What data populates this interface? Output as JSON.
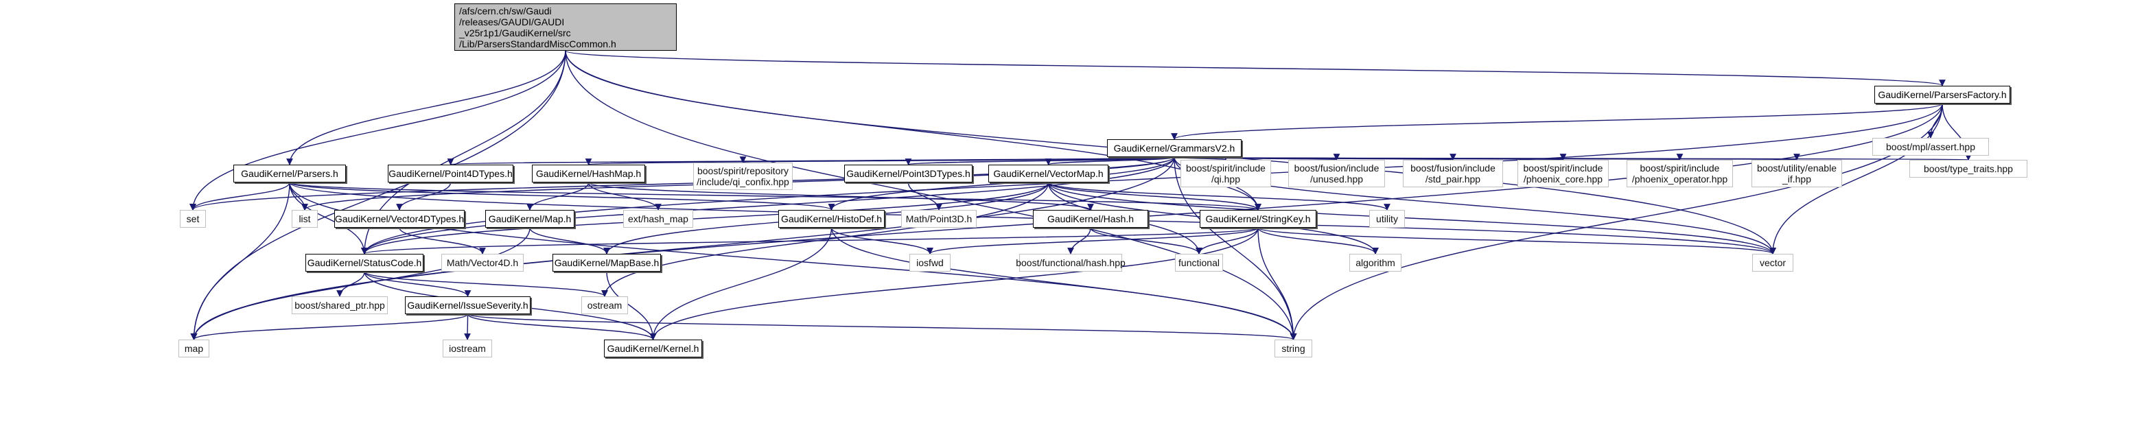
{
  "graph": {
    "title": "Include dependency graph for ParsersStandardMiscCommon.h",
    "edge_color": "#191970",
    "root_fill": "#bfbfbf",
    "nodes": [
      {
        "id": "root",
        "label": "/afs/cern.ch/sw/Gaudi\n/releases/GAUDI/GAUDI\n_v25r1p1/GaudiKernel/src\n/Lib/ParsersStandardMiscCommon.h",
        "kind": "root"
      },
      {
        "id": "parsersfactory",
        "label": "GaudiKernel/ParsersFactory.h",
        "kind": "local"
      },
      {
        "id": "grammars",
        "label": "GaudiKernel/GrammarsV2.h",
        "kind": "local"
      },
      {
        "id": "mplassert",
        "label": "boost/mpl/assert.hpp",
        "kind": "system"
      },
      {
        "id": "typetraits",
        "label": "boost/type_traits.hpp",
        "kind": "system"
      },
      {
        "id": "parsers",
        "label": "GaudiKernel/Parsers.h",
        "kind": "local"
      },
      {
        "id": "point4d",
        "label": "GaudiKernel/Point4DTypes.h",
        "kind": "local"
      },
      {
        "id": "hashmap",
        "label": "GaudiKernel/HashMap.h",
        "kind": "local"
      },
      {
        "id": "qiconfix",
        "label": "boost/spirit/repository\n/include/qi_confix.hpp",
        "kind": "system"
      },
      {
        "id": "point3d",
        "label": "GaudiKernel/Point3DTypes.h",
        "kind": "local"
      },
      {
        "id": "vectormap",
        "label": "GaudiKernel/VectorMap.h",
        "kind": "local"
      },
      {
        "id": "qihpp",
        "label": "boost/spirit/include\n/qi.hpp",
        "kind": "system"
      },
      {
        "id": "unused",
        "label": "boost/fusion/include\n/unused.hpp",
        "kind": "system"
      },
      {
        "id": "stdpair",
        "label": "boost/fusion/include\n/std_pair.hpp",
        "kind": "system"
      },
      {
        "id": "phxcore",
        "label": "boost/spirit/include\n/phoenix_core.hpp",
        "kind": "system"
      },
      {
        "id": "phxop",
        "label": "boost/spirit/include\n/phoenix_operator.hpp",
        "kind": "system"
      },
      {
        "id": "enableif",
        "label": "boost/utility/enable\n_if.hpp",
        "kind": "system"
      },
      {
        "id": "set",
        "label": "set",
        "kind": "system"
      },
      {
        "id": "list",
        "label": "list",
        "kind": "system"
      },
      {
        "id": "vector4d",
        "label": "GaudiKernel/Vector4DTypes.h",
        "kind": "local"
      },
      {
        "id": "map_h",
        "label": "GaudiKernel/Map.h",
        "kind": "local"
      },
      {
        "id": "hashmapext",
        "label": "ext/hash_map",
        "kind": "system"
      },
      {
        "id": "histodef",
        "label": "GaudiKernel/HistoDef.h",
        "kind": "local"
      },
      {
        "id": "mathpoint3d",
        "label": "Math/Point3D.h",
        "kind": "system"
      },
      {
        "id": "hash",
        "label": "GaudiKernel/Hash.h",
        "kind": "local"
      },
      {
        "id": "stringkey",
        "label": "GaudiKernel/StringKey.h",
        "kind": "local"
      },
      {
        "id": "utility",
        "label": "utility",
        "kind": "system"
      },
      {
        "id": "statuscode",
        "label": "GaudiKernel/StatusCode.h",
        "kind": "local"
      },
      {
        "id": "mathvector4d",
        "label": "Math/Vector4D.h",
        "kind": "system"
      },
      {
        "id": "mapbase",
        "label": "GaudiKernel/MapBase.h",
        "kind": "local"
      },
      {
        "id": "iosfwd",
        "label": "iosfwd",
        "kind": "system"
      },
      {
        "id": "functionalhash",
        "label": "boost/functional/hash.hpp",
        "kind": "system"
      },
      {
        "id": "functional",
        "label": "functional",
        "kind": "system"
      },
      {
        "id": "algorithm",
        "label": "algorithm",
        "kind": "system"
      },
      {
        "id": "vector",
        "label": "vector",
        "kind": "system"
      },
      {
        "id": "sharedptr",
        "label": "boost/shared_ptr.hpp",
        "kind": "system"
      },
      {
        "id": "issueseverity",
        "label": "GaudiKernel/IssueSeverity.h",
        "kind": "local"
      },
      {
        "id": "ostream",
        "label": "ostream",
        "kind": "system"
      },
      {
        "id": "map",
        "label": "map",
        "kind": "system"
      },
      {
        "id": "iostream",
        "label": "iostream",
        "kind": "system"
      },
      {
        "id": "kernel",
        "label": "GaudiKernel/Kernel.h",
        "kind": "local"
      },
      {
        "id": "string",
        "label": "string",
        "kind": "system"
      }
    ],
    "edges": [
      [
        "root",
        "parsersfactory"
      ],
      [
        "root",
        "parsers"
      ],
      [
        "root",
        "set"
      ],
      [
        "root",
        "map"
      ],
      [
        "root",
        "statuscode"
      ],
      [
        "root",
        "vector"
      ],
      [
        "root",
        "string"
      ],
      [
        "root",
        "stringkey"
      ],
      [
        "parsersfactory",
        "grammars"
      ],
      [
        "parsersfactory",
        "mplassert"
      ],
      [
        "parsersfactory",
        "typetraits"
      ],
      [
        "parsersfactory",
        "map"
      ],
      [
        "parsersfactory",
        "statuscode"
      ],
      [
        "parsersfactory",
        "vector"
      ],
      [
        "parsersfactory",
        "string"
      ],
      [
        "grammars",
        "set"
      ],
      [
        "grammars",
        "list"
      ],
      [
        "grammars",
        "map"
      ],
      [
        "grammars",
        "point4d"
      ],
      [
        "grammars",
        "hashmap"
      ],
      [
        "grammars",
        "qiconfix"
      ],
      [
        "grammars",
        "point3d"
      ],
      [
        "grammars",
        "vectormap"
      ],
      [
        "grammars",
        "histodef"
      ],
      [
        "grammars",
        "qihpp"
      ],
      [
        "grammars",
        "unused"
      ],
      [
        "grammars",
        "stdpair"
      ],
      [
        "grammars",
        "phxcore"
      ],
      [
        "grammars",
        "phxop"
      ],
      [
        "grammars",
        "enableif"
      ],
      [
        "grammars",
        "typetraits"
      ],
      [
        "grammars",
        "stringkey"
      ],
      [
        "grammars",
        "vector"
      ],
      [
        "grammars",
        "string"
      ],
      [
        "grammars",
        "statuscode"
      ],
      [
        "parsers",
        "set"
      ],
      [
        "parsers",
        "list"
      ],
      [
        "parsers",
        "map"
      ],
      [
        "parsers",
        "statuscode"
      ],
      [
        "parsers",
        "histodef"
      ],
      [
        "parsers",
        "stringkey"
      ],
      [
        "parsers",
        "string"
      ],
      [
        "parsers",
        "vector"
      ],
      [
        "point4d",
        "vector4d"
      ],
      [
        "vector4d",
        "mathvector4d"
      ],
      [
        "hashmap",
        "map_h"
      ],
      [
        "hashmap",
        "hashmapext"
      ],
      [
        "hashmap",
        "hash"
      ],
      [
        "map_h",
        "mapbase"
      ],
      [
        "map_h",
        "map"
      ],
      [
        "mapbase",
        "kernel"
      ],
      [
        "point3d",
        "mathpoint3d"
      ],
      [
        "vectormap",
        "stringkey"
      ],
      [
        "vectormap",
        "utility"
      ],
      [
        "vectormap",
        "functional"
      ],
      [
        "vectormap",
        "algorithm"
      ],
      [
        "vectormap",
        "vector"
      ],
      [
        "vectormap",
        "ostream"
      ],
      [
        "vectormap",
        "mapbase"
      ],
      [
        "vectormap",
        "statuscode"
      ],
      [
        "histodef",
        "iosfwd"
      ],
      [
        "histodef",
        "kernel"
      ],
      [
        "histodef",
        "string"
      ],
      [
        "hash",
        "functionalhash"
      ],
      [
        "hash",
        "functional"
      ],
      [
        "stringkey",
        "functional"
      ],
      [
        "stringkey",
        "algorithm"
      ],
      [
        "stringkey",
        "vector"
      ],
      [
        "stringkey",
        "string"
      ],
      [
        "stringkey",
        "iosfwd"
      ],
      [
        "stringkey",
        "kernel"
      ],
      [
        "stringkey",
        "statuscode"
      ],
      [
        "statuscode",
        "sharedptr"
      ],
      [
        "statuscode",
        "issueseverity"
      ],
      [
        "statuscode",
        "ostream"
      ],
      [
        "statuscode",
        "kernel"
      ],
      [
        "issueseverity",
        "map"
      ],
      [
        "issueseverity",
        "iostream"
      ],
      [
        "issueseverity",
        "kernel"
      ],
      [
        "issueseverity",
        "string"
      ]
    ]
  }
}
